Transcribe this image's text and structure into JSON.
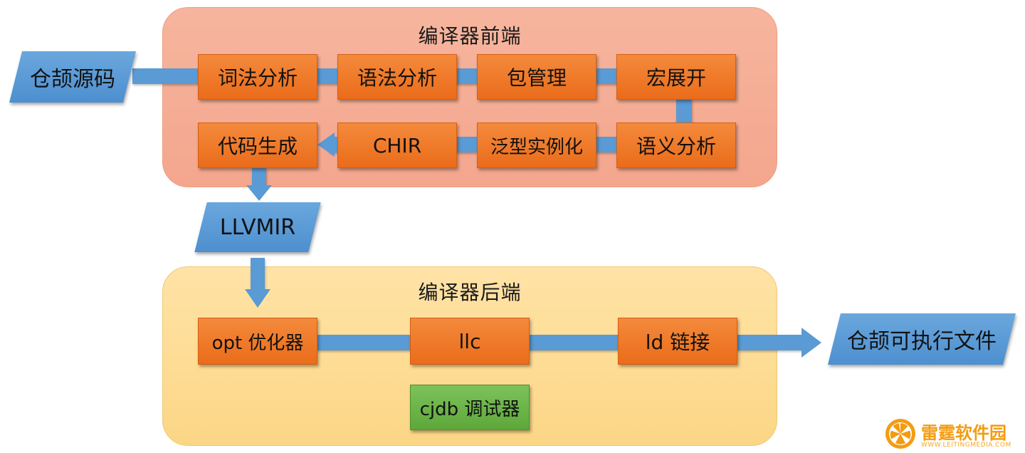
{
  "frontend": {
    "title": "编译器前端"
  },
  "backend": {
    "title": "编译器后端"
  },
  "inputs": {
    "source": "仓颉源码",
    "llvmir": "LLVMIR",
    "output": "仓颉可执行文件"
  },
  "frontend_steps": {
    "lexer": "词法分析",
    "parser": "语法分析",
    "package": "包管理",
    "macro": "宏展开",
    "semantic": "语义分析",
    "generic": "泛型实例化",
    "chir": "CHIR",
    "codegen": "代码生成"
  },
  "backend_steps": {
    "opt": "opt 优化器",
    "llc": "llc",
    "ld": "ld 链接",
    "cjdb": "cjdb 调试器"
  },
  "watermark": {
    "name": "雷霆软件园",
    "url": "WWW.LEITINGMEDIA.COM"
  },
  "colors": {
    "connector": "#5a9ad5",
    "process": "#ef7a2a",
    "debugger": "#6db548",
    "frontend_bg": "#f5ad94",
    "backend_bg": "#fddc93"
  }
}
